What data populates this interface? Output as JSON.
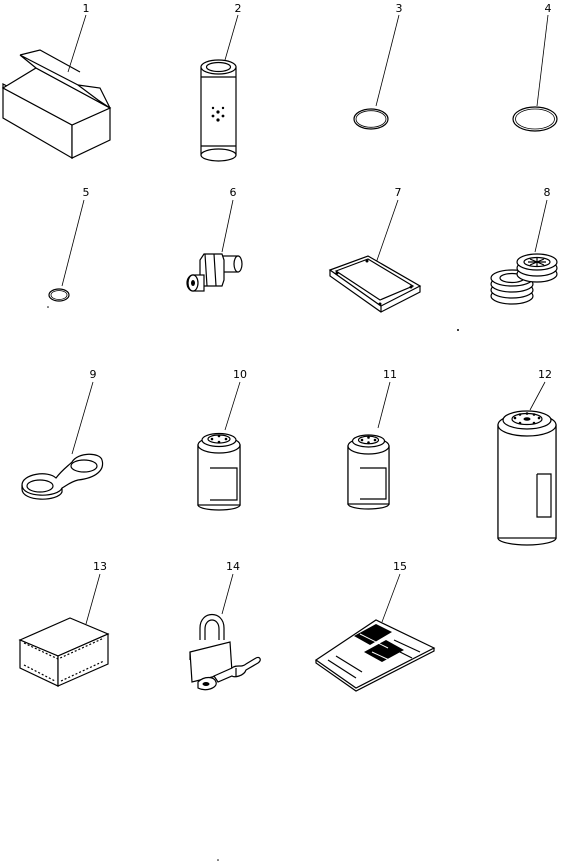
{
  "parts": [
    {
      "callout": "1",
      "icon": "carton-box-icon"
    },
    {
      "callout": "2",
      "icon": "filter-element-icon"
    },
    {
      "callout": "3",
      "icon": "o-ring-icon"
    },
    {
      "callout": "4",
      "icon": "o-ring-large-icon"
    },
    {
      "callout": "5",
      "icon": "o-ring-small-icon"
    },
    {
      "callout": "6",
      "icon": "fitting-icon"
    },
    {
      "callout": "7",
      "icon": "gasket-icon"
    },
    {
      "callout": "8",
      "icon": "gasket-stack-icon"
    },
    {
      "callout": "9",
      "icon": "double-gasket-icon"
    },
    {
      "callout": "10",
      "icon": "spin-on-filter-icon"
    },
    {
      "callout": "11",
      "icon": "spin-on-filter-icon"
    },
    {
      "callout": "12",
      "icon": "large-spin-on-filter-icon"
    },
    {
      "callout": "13",
      "icon": "parts-box-icon"
    },
    {
      "callout": "14",
      "icon": "padlock-key-icon"
    },
    {
      "callout": "15",
      "icon": "manual-booklet-icon"
    }
  ]
}
